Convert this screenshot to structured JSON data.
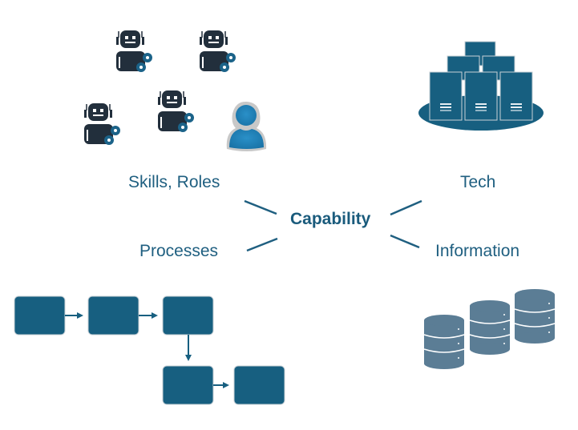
{
  "diagram": {
    "center": "Capability",
    "labels": {
      "skills_roles": "Skills, Roles",
      "tech": "Tech",
      "processes": "Processes",
      "information": "Information"
    },
    "icons": {
      "skills_roles": [
        "robot-gear-icon",
        "robot-gear-icon",
        "robot-gear-icon",
        "robot-gear-icon",
        "person-icon"
      ],
      "tech": "server-cluster-icon",
      "processes": "process-flow-icon",
      "information": "database-stack-icon"
    },
    "process_flow": {
      "steps": 5,
      "connections": [
        [
          1,
          2
        ],
        [
          2,
          3
        ],
        [
          3,
          4
        ],
        [
          4,
          5
        ]
      ]
    },
    "colors": {
      "primary": "#175f80",
      "robot": "#222f3c",
      "gear": "#1b6389",
      "person": "#2a90c8",
      "database": "#5b7d95",
      "text": "#1f5f80"
    }
  }
}
